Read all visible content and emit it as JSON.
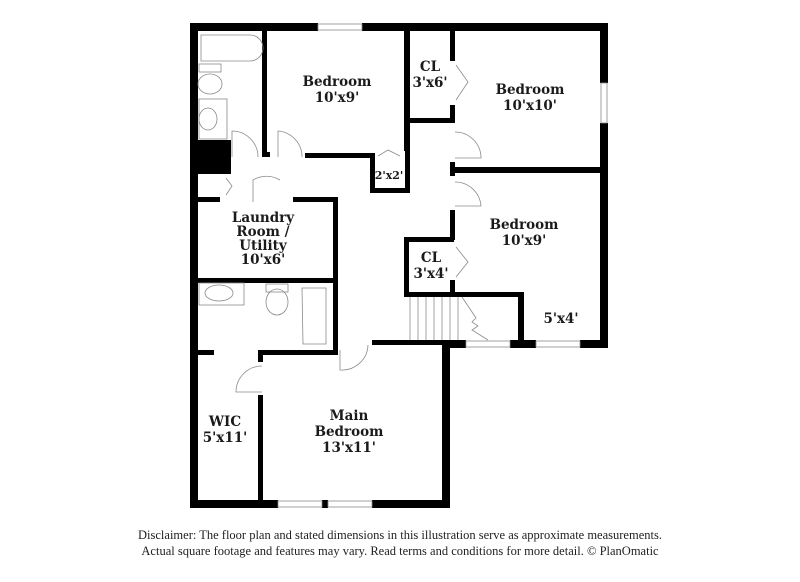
{
  "floorplan": {
    "rooms": [
      {
        "id": "bedroom-1",
        "name": "Bedroom",
        "size": "10'x9'"
      },
      {
        "id": "closet-1",
        "name": "CL",
        "size": "3'x6'"
      },
      {
        "id": "bedroom-2",
        "name": "Bedroom",
        "size": "10'x10'"
      },
      {
        "id": "closet-small",
        "name": "",
        "size": "2'x2'"
      },
      {
        "id": "laundry",
        "name_lines": [
          "Laundry",
          "Room /",
          "Utility"
        ],
        "size": "10'x6'"
      },
      {
        "id": "bedroom-3",
        "name": "Bedroom",
        "size": "10'x9'"
      },
      {
        "id": "closet-2",
        "name": "CL",
        "size": "3'x4'"
      },
      {
        "id": "nook",
        "name": "",
        "size": "5'x4'"
      },
      {
        "id": "wic",
        "name": "WIC",
        "size": "5'x11'"
      },
      {
        "id": "main-bedroom",
        "name_lines": [
          "Main",
          "Bedroom"
        ],
        "size": "13'x11'"
      }
    ],
    "colors": {
      "wall": "#000000",
      "fixture": "#8a8a8a",
      "text": "#1a1a1a"
    }
  },
  "disclaimer": {
    "line1": "Disclaimer: The floor plan and stated dimensions in this illustration serve as approximate measurements.",
    "line2": "Actual square footage and features may vary. Read terms and conditions for more detail. © PlanOmatic"
  }
}
